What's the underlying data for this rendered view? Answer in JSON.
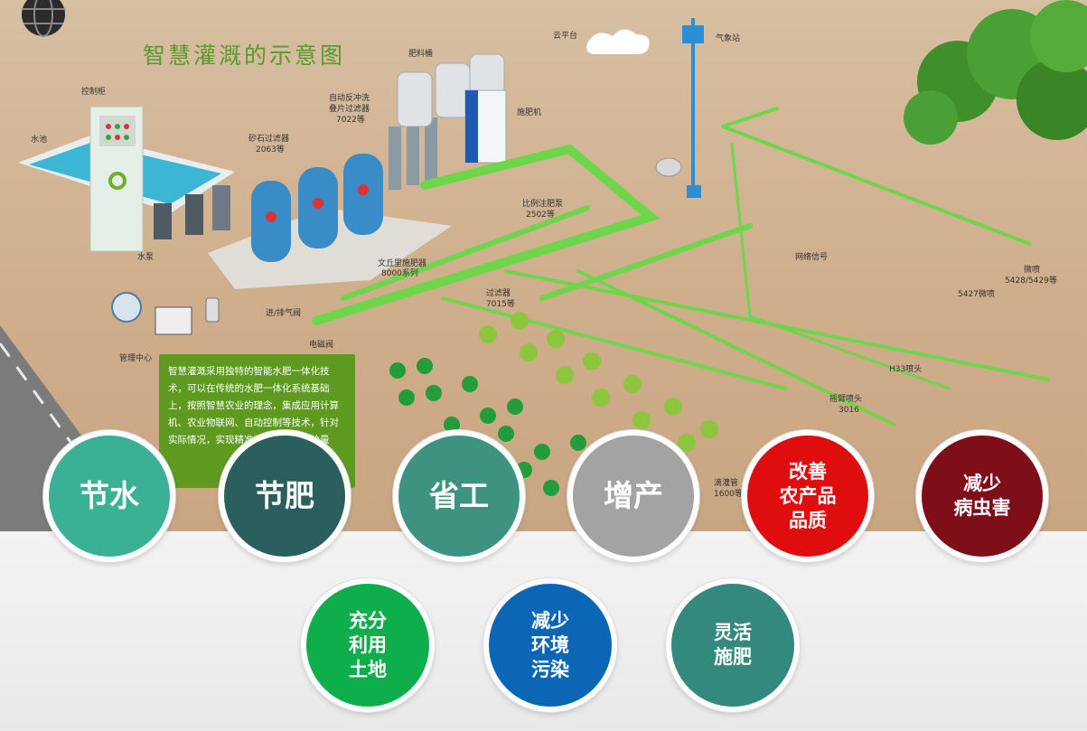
{
  "title": "智慧灌溉的示意图",
  "description": "智慧灌溉采用独特的智能水肥一体化技术，可以在传统的水肥一体化系统基础上，按照智慧农业的理念，集成应用计算机、农业物联网、自动控制等技术，针对实际情况，实现精准施肥和配和供给量",
  "labels": {
    "control_cabinet": "控制柜",
    "pool": "水池",
    "pump": "水泵",
    "management": "管理中心",
    "sand_filter": "砂石过滤器",
    "sand_filter_model": "2063等",
    "backwash": "自动反冲洗",
    "disc_filter": "叠片过滤器",
    "disc_model": "7022等",
    "fert_barrel": "肥料桶",
    "fertilizer_machine": "施肥机",
    "cloud": "云平台",
    "weather": "气象站",
    "ratio_pump": "比例注肥泵",
    "ratio_model": "2502等",
    "venturi": "文丘里施肥器",
    "venturi_model": "8000系列",
    "air_valve": "进/排气阀",
    "solenoid": "电磁阀",
    "filter": "过滤器",
    "filter_model": "7015等",
    "network": "网络信号",
    "micro_sprinkler": "微喷",
    "micro_model": "5428/5429等",
    "micro_5427": "5427微喷",
    "h33": "H33喷头",
    "drip_sprinkler": "摇臂喷头",
    "drip_model": "3016",
    "drip_pipe": "滴灌管",
    "drip_pipe_model": "1600等"
  },
  "benefits_row1": [
    {
      "name": "water",
      "text": "节水",
      "color": "#3ab094",
      "size": "big"
    },
    {
      "name": "fertilizer",
      "text": "节肥",
      "color": "#2b5f5d",
      "size": "big"
    },
    {
      "name": "labor",
      "text": "省工",
      "color": "#3e9380",
      "size": "big"
    },
    {
      "name": "yield",
      "text": "增产",
      "color": "#a3a3a3",
      "size": "big"
    },
    {
      "name": "quality",
      "text": "改善\n农产品\n品质",
      "color": "#e00d0f",
      "size": "small"
    },
    {
      "name": "pests",
      "text": "减少\n病虫害",
      "color": "#7e0e17",
      "size": "small"
    }
  ],
  "benefits_row2": [
    {
      "name": "land",
      "text": "充分\n利用\n土地",
      "color": "#0fae4c",
      "size": "small"
    },
    {
      "name": "pollution",
      "text": "减少\n环境\n污染",
      "color": "#0b67b5",
      "size": "small"
    },
    {
      "name": "flexible",
      "text": "灵活\n施肥",
      "color": "#33897b",
      "size": "small"
    }
  ]
}
